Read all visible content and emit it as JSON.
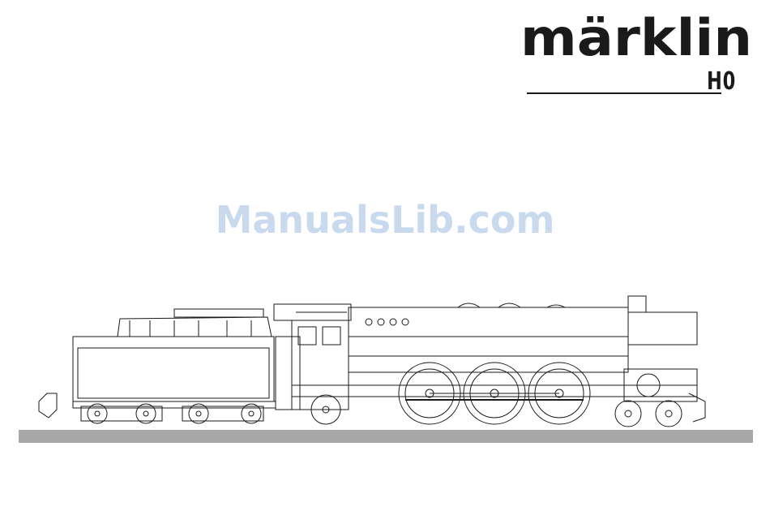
{
  "brand": {
    "logo_text": "märklin",
    "scale_label": "H0"
  },
  "watermark": {
    "text": "ManualsLib.com"
  },
  "illustration": {
    "subject": "steam-locomotive-line-drawing"
  },
  "colors": {
    "ink": "#1a1a1a",
    "track": "#a7a7a7",
    "watermark": "#c9d9ee"
  }
}
